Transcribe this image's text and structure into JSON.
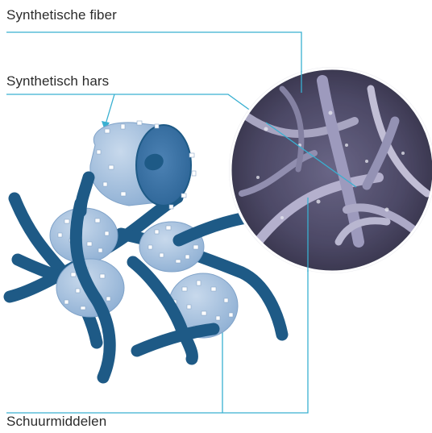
{
  "labels": {
    "synthetic_fiber": "Synthetische fiber",
    "synthetic_resin": "Synthetisch hars",
    "abrasives": "Schuurmiddelen"
  },
  "colors": {
    "fiber_blue": "#1e5a86",
    "resin_blob": "#a9c3df",
    "resin_blob_edge": "#7fa2c8",
    "leader_line": "#39b0d1",
    "label_text": "#2b2b2b"
  }
}
